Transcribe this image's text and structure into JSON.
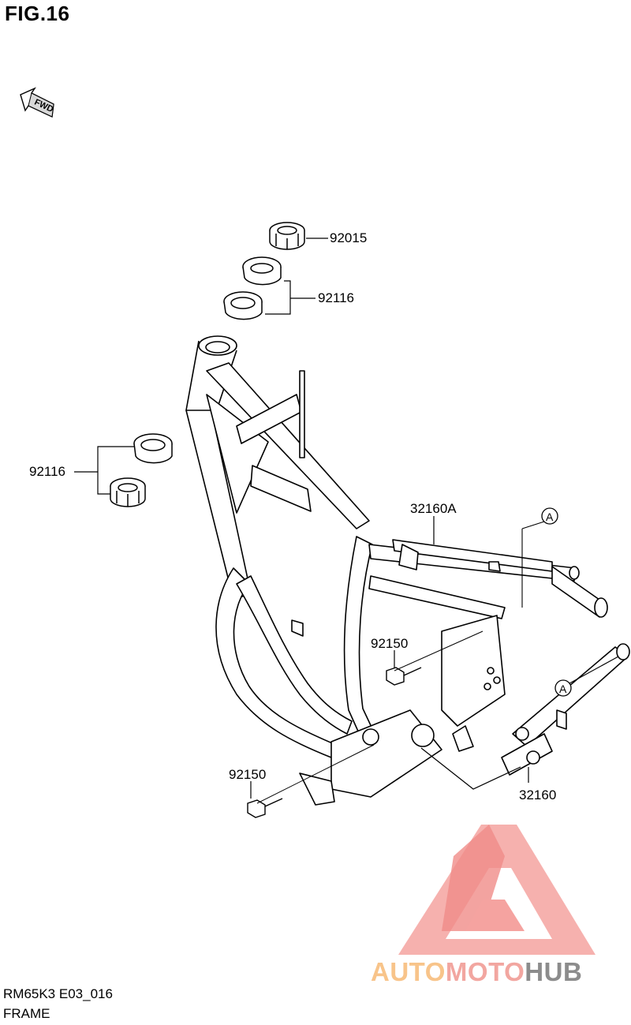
{
  "figure": {
    "title": "FIG.16"
  },
  "fwd_marker": {
    "label": "FWD"
  },
  "callouts": {
    "nut": "92015",
    "races_upper": "92116",
    "races_lower": "92116",
    "frame": "32160A",
    "bolt_upper": "92150",
    "bolt_lower": "92150",
    "support": "32160",
    "ref_a_upper": "A",
    "ref_a_lower": "A"
  },
  "footer": {
    "model_code": "RM65K3 E03_016",
    "section": "FRAME"
  },
  "watermark": {
    "part1": "AUTO",
    "part2": "MOTO",
    "part3": "HUB"
  }
}
